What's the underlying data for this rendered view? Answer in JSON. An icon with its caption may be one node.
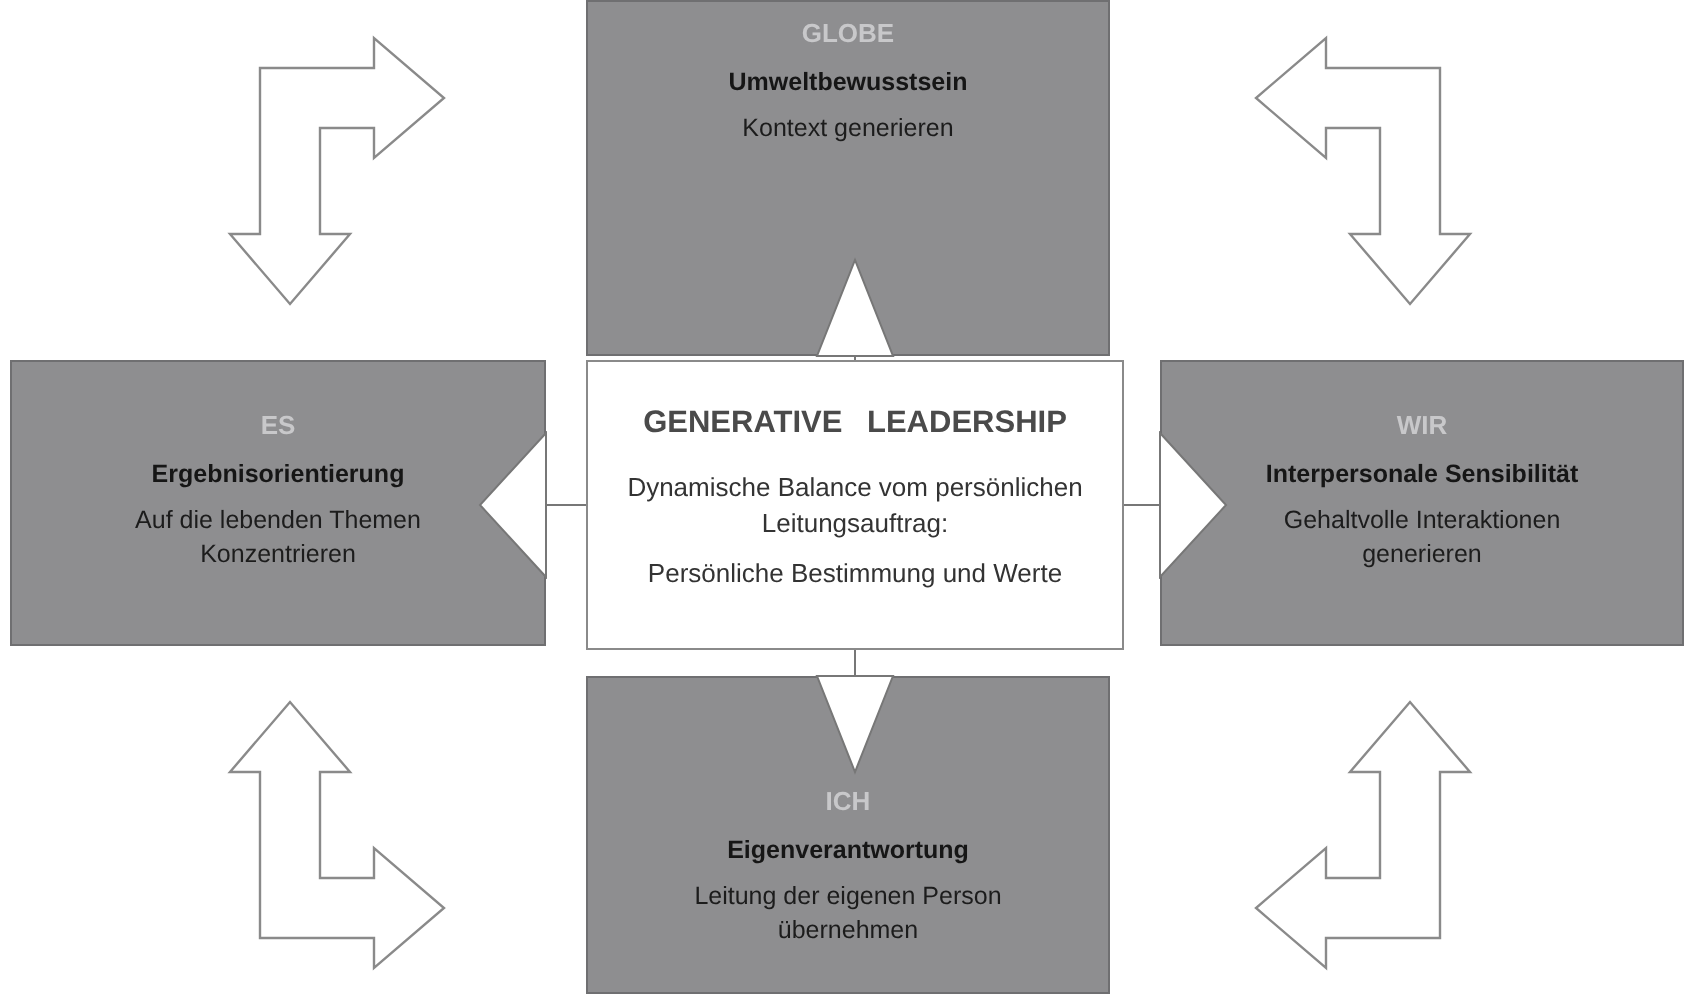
{
  "diagram": {
    "nodes": [
      {
        "text": [
          "GLOBE",
          "Umweltbewusstsein",
          "Kontext generieren"
        ]
      },
      {
        "text": [
          "ES",
          "Ergebnisorientierung",
          "Auf die lebenden Themen Konzentrieren"
        ]
      },
      {
        "text": [
          "GENERATIVE LEADERSHIP",
          "Dynamische Balance vom persönlichen Leitungsauftrag:",
          "Persönliche Bestimmung und Werte"
        ]
      },
      {
        "text": [
          "WIR",
          "Interpersonale Sensibilität",
          "Gehaltvolle Interaktionen generieren"
        ]
      },
      {
        "text": [
          "ICH",
          "Eigenverantwortung",
          "Leitung der eigenen Person übernehmen"
        ]
      }
    ],
    "edges": [
      {
        "from": 2,
        "to": 0,
        "arrow": "to"
      },
      {
        "from": 2,
        "to": 1,
        "arrow": "to"
      },
      {
        "from": 2,
        "to": 3,
        "arrow": "to"
      },
      {
        "from": 2,
        "to": 4,
        "arrow": "to"
      },
      {
        "from": 1,
        "to": 0,
        "arrow": "both"
      },
      {
        "from": 0,
        "to": 3,
        "arrow": "both"
      },
      {
        "from": 1,
        "to": 4,
        "arrow": "both"
      },
      {
        "from": 3,
        "to": 4,
        "arrow": "both"
      }
    ]
  }
}
